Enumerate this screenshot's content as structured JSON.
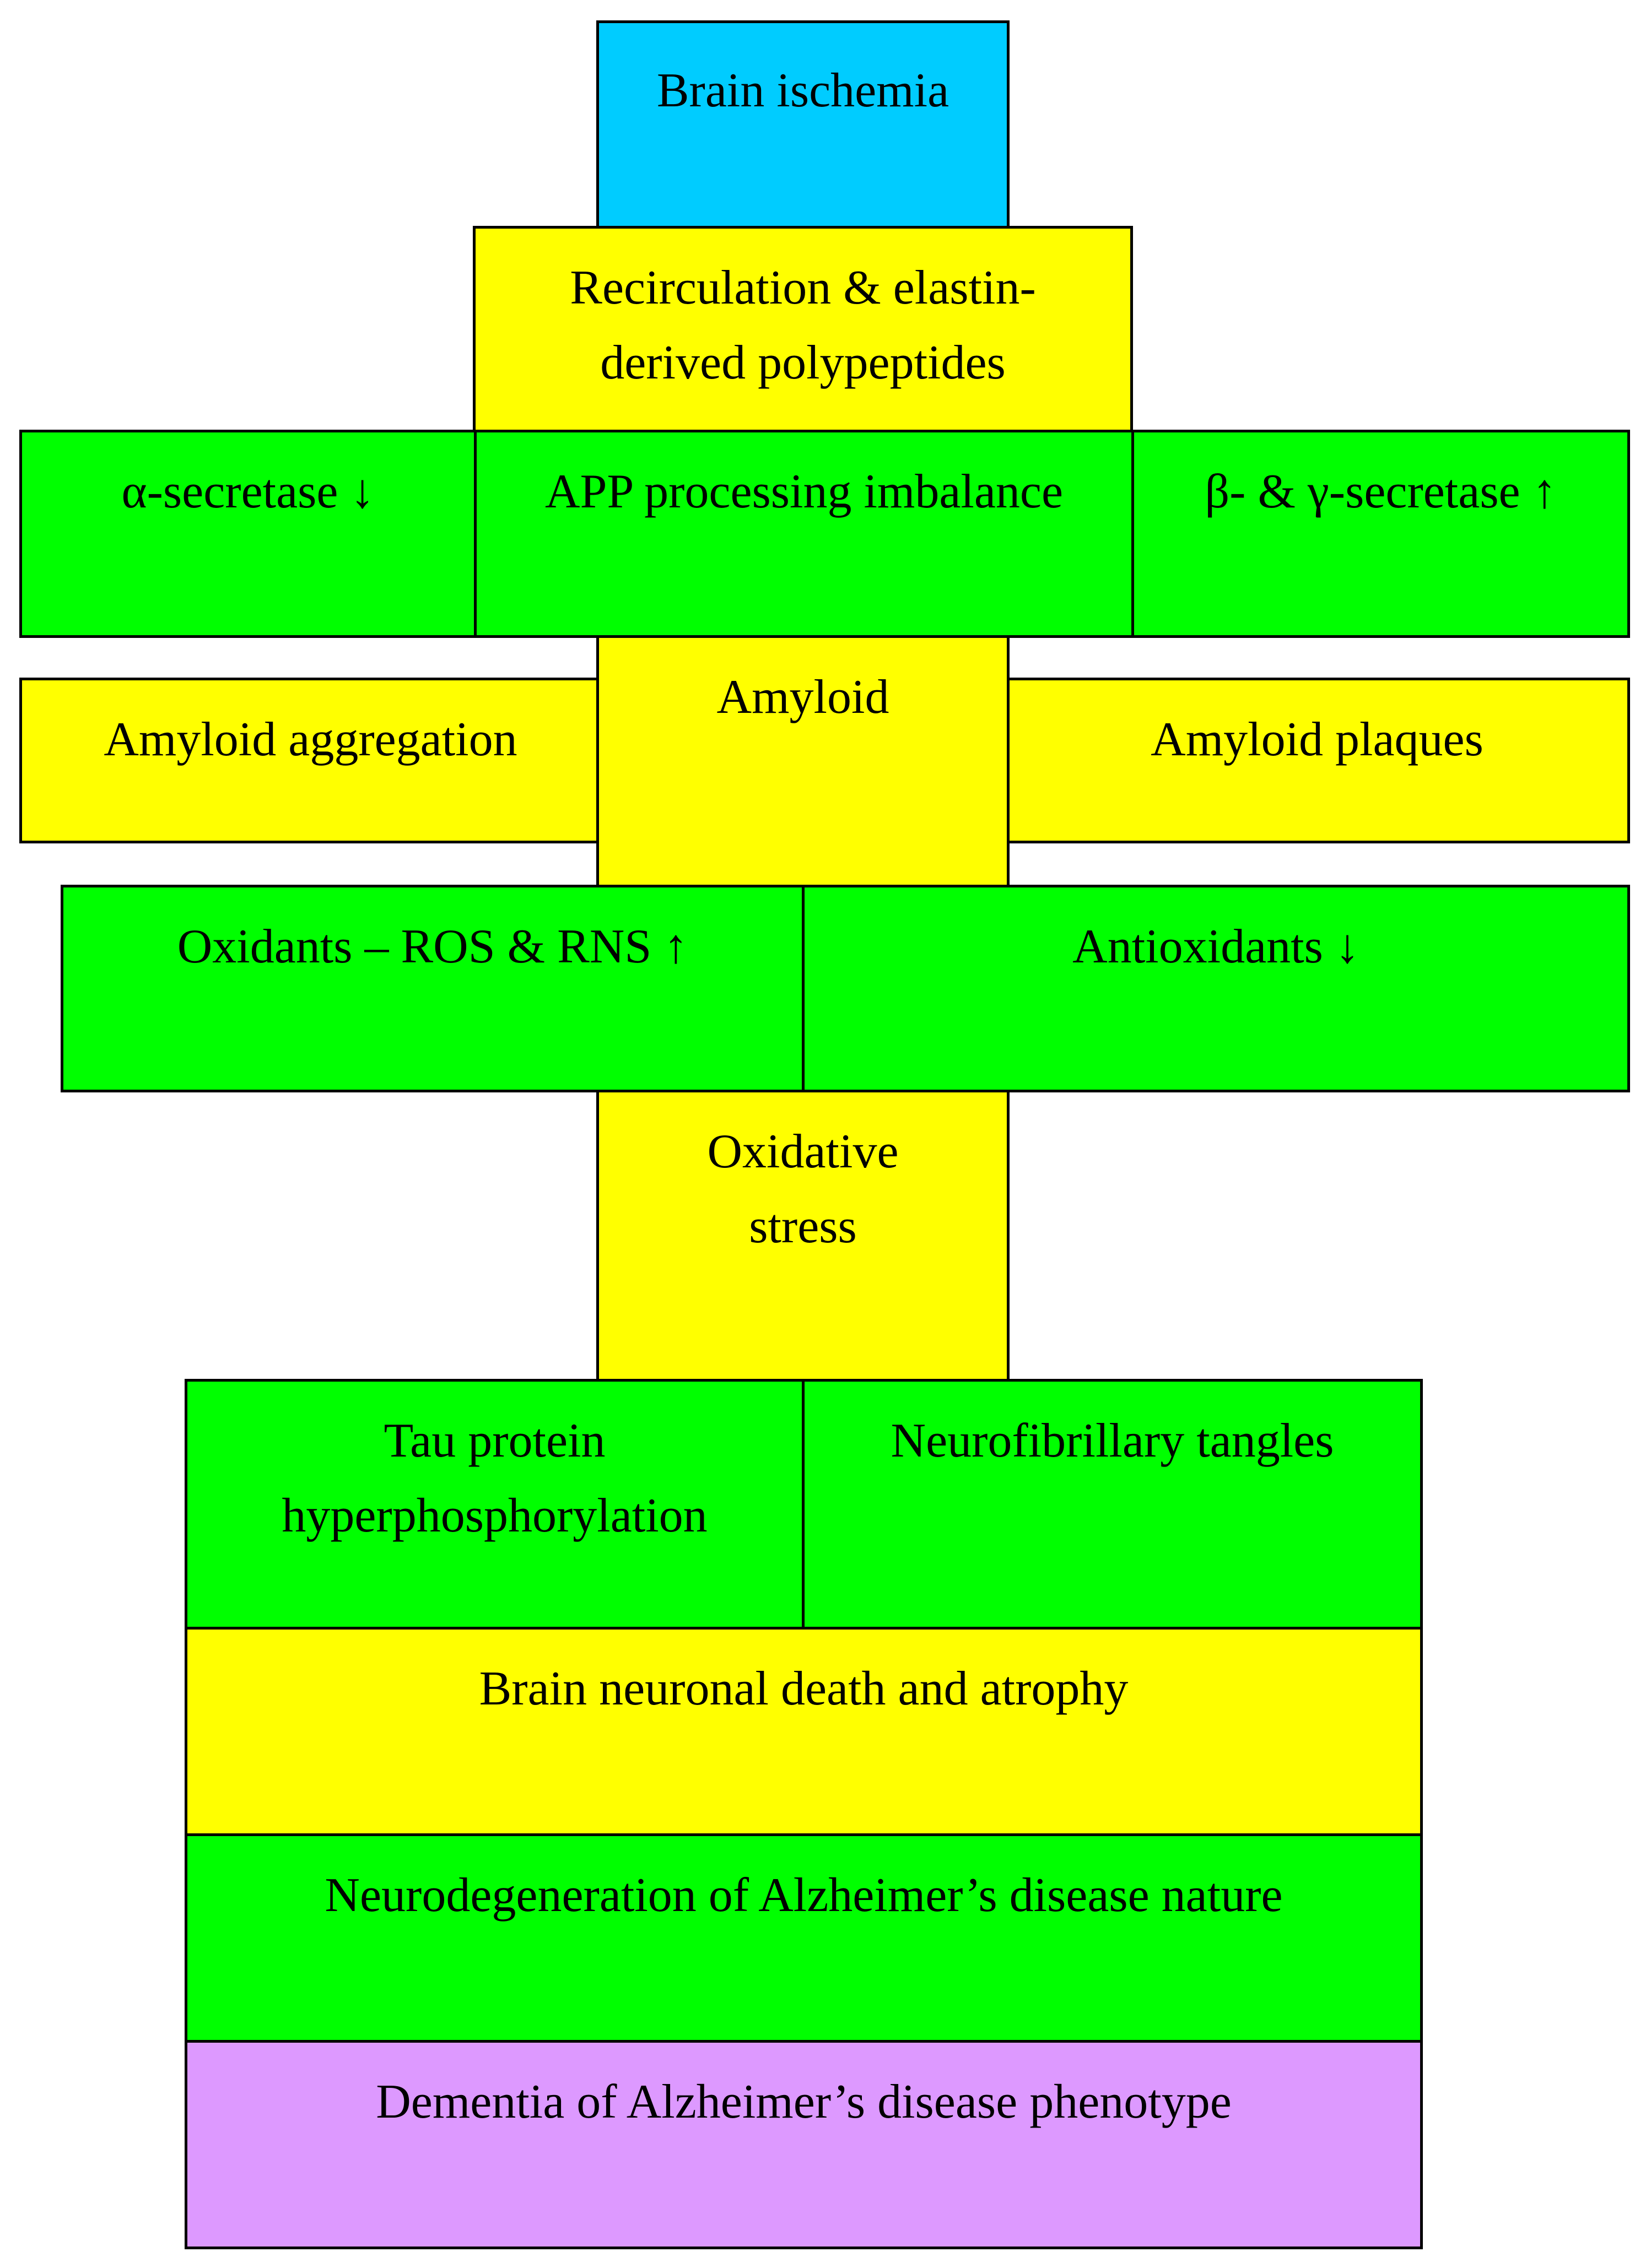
{
  "diagram": {
    "boxes": {
      "brain_ischemia": "Brain ischemia",
      "recirculation": "Recirculation & elastin-derived polypeptides",
      "alpha_secretase": "α-secretase ↓",
      "app_imbalance": "APP processing imbalance",
      "beta_gamma_secretase": "β- & γ-secretase ↑",
      "amyloid_aggregation": "Amyloid aggregation",
      "amyloid": "Amyloid",
      "amyloid_plaques": "Amyloid plaques",
      "oxidants": "Oxidants – ROS & RNS ↑",
      "antioxidants": "Antioxidants ↓",
      "oxidative_stress": "Oxidative stress",
      "tau": "Tau protein hyperphosphorylation",
      "tangles": "Neurofibrillary tangles",
      "neuronal_death": "Brain neuronal death and atrophy",
      "neurodegeneration": "Neurodegeneration of Alzheimer’s disease nature",
      "dementia": "Dementia of Alzheimer’s disease phenotype"
    },
    "colors": {
      "blue": "#00ccff",
      "yellow": "#ffff00",
      "green": "#00ff00",
      "violet": "#dd99ff",
      "border": "#000000"
    }
  }
}
